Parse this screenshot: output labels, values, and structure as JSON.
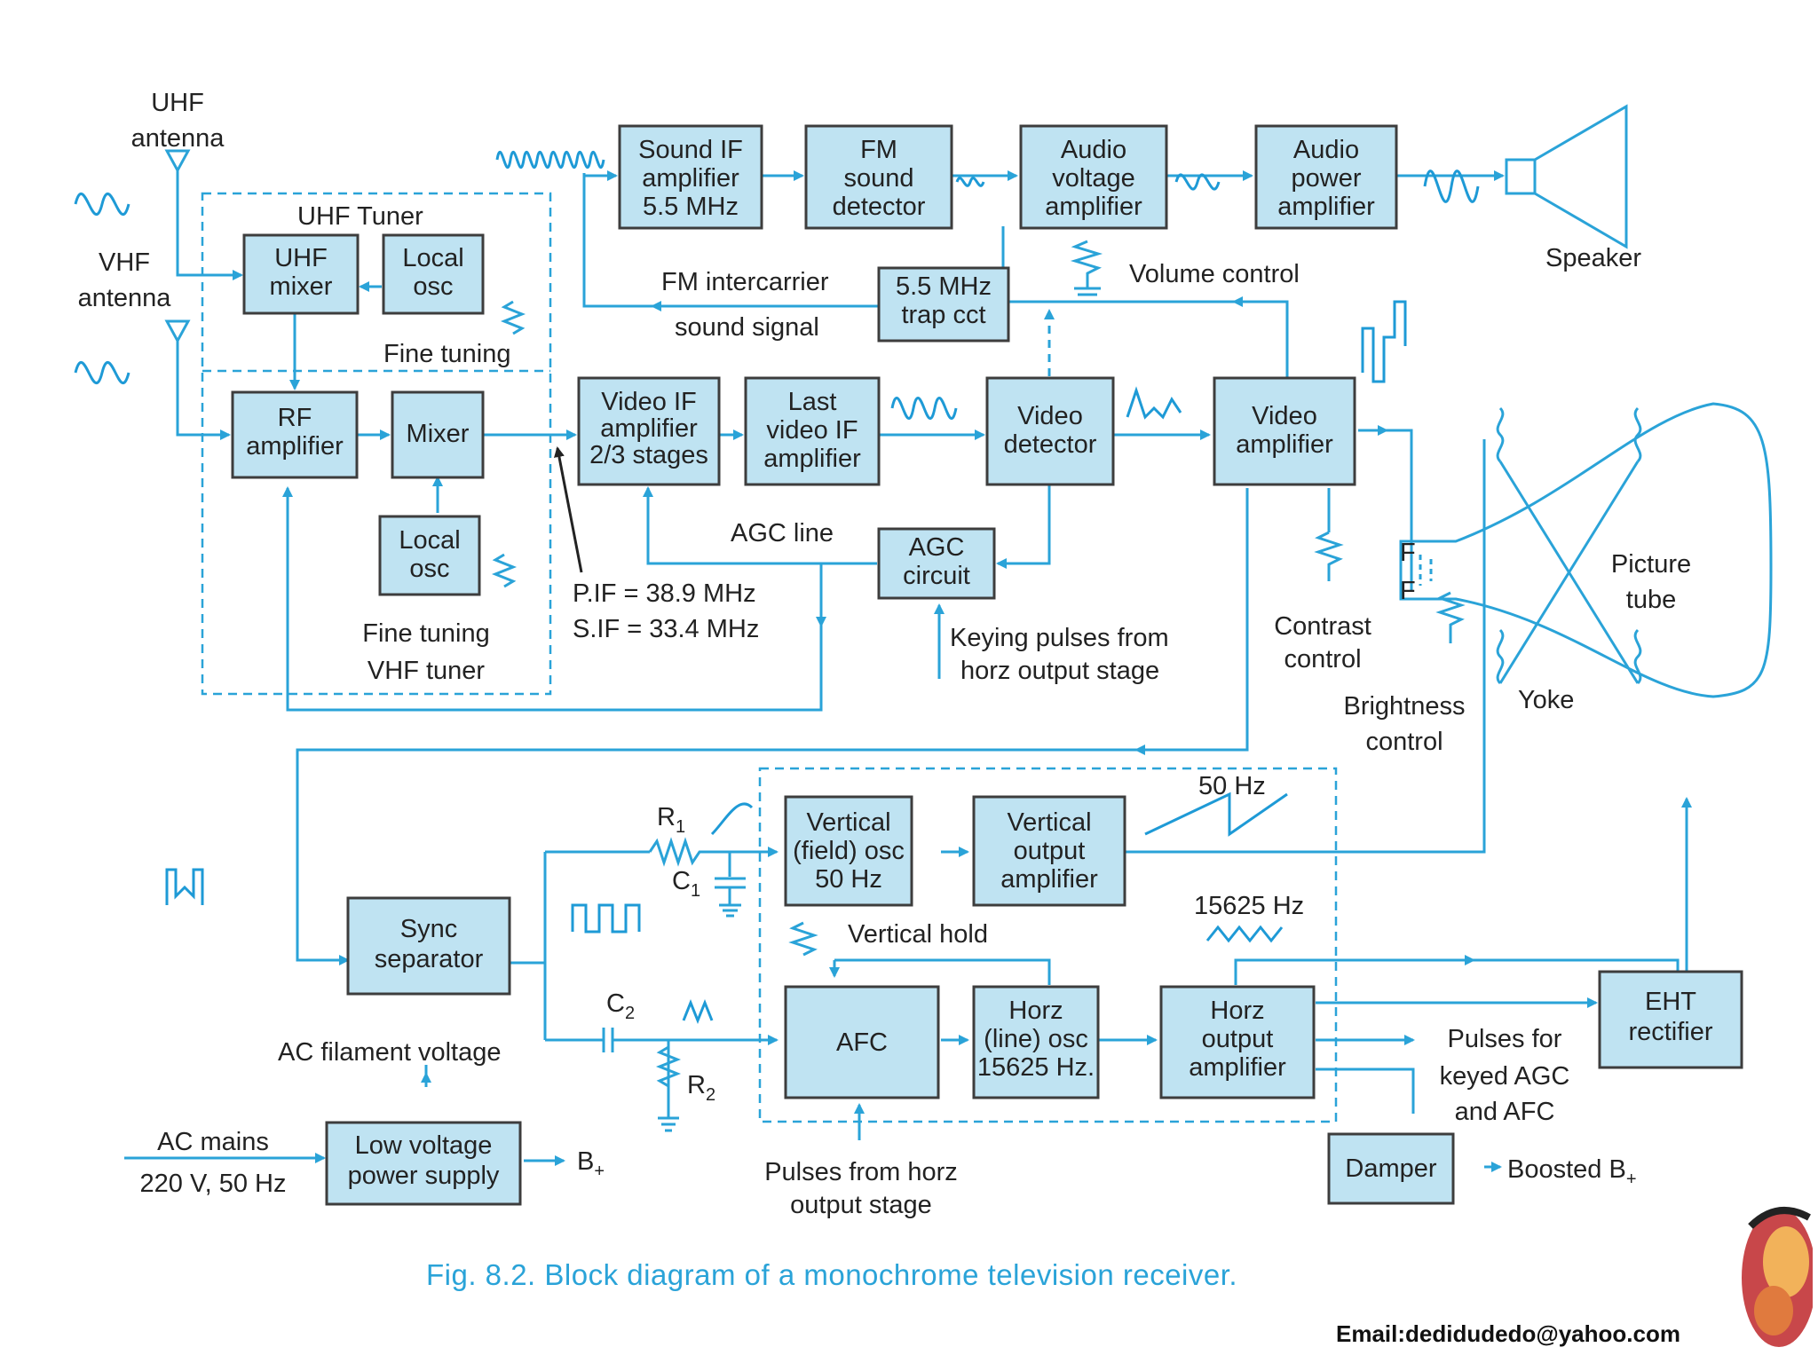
{
  "blocks": {
    "sound_if": [
      "Sound IF",
      "amplifier",
      "5.5 MHz"
    ],
    "fm_detector": [
      "FM",
      "sound",
      "detector"
    ],
    "audio_voltage": [
      "Audio",
      "voltage",
      "amplifier"
    ],
    "audio_power": [
      "Audio",
      "power",
      "amplifier"
    ],
    "uhf_mixer": [
      "UHF",
      "mixer"
    ],
    "uhf_local_osc": [
      "Local",
      "osc"
    ],
    "trap": [
      "5.5 MHz",
      "trap cct"
    ],
    "rf_amp": [
      "RF",
      "amplifier"
    ],
    "mixer": [
      "Mixer"
    ],
    "vhf_local_osc": [
      "Local",
      "osc"
    ],
    "video_if": [
      "Video IF",
      "amplifier",
      "2/3 stages"
    ],
    "last_video_if": [
      "Last",
      "video IF",
      "amplifier"
    ],
    "video_detector": [
      "Video",
      "detector"
    ],
    "video_amp": [
      "Video",
      "amplifier"
    ],
    "agc": [
      "AGC",
      "circuit"
    ],
    "vertical_osc": [
      "Vertical",
      "(field) osc",
      "50 Hz"
    ],
    "vertical_out": [
      "Vertical",
      "output",
      "amplifier"
    ],
    "sync": [
      "Sync",
      "separator"
    ],
    "afc": [
      "AFC"
    ],
    "horz_osc": [
      "Horz",
      "(line) osc",
      "15625 Hz."
    ],
    "horz_out": [
      "Horz",
      "output",
      "amplifier"
    ],
    "eht": [
      "EHT",
      "rectifier"
    ],
    "lv_supply": [
      "Low voltage",
      "power supply"
    ],
    "damper": [
      "Damper"
    ]
  },
  "labels": {
    "uhf_antenna": [
      "UHF",
      "antenna"
    ],
    "vhf_antenna": [
      "VHF",
      "antenna"
    ],
    "uhf_tuner": "UHF Tuner",
    "fine_tuning_uhf": "Fine tuning",
    "fine_tuning_vhf": [
      "Fine tuning",
      "VHF tuner"
    ],
    "fm_intercarrier": [
      "FM intercarrier",
      "sound signal"
    ],
    "volume_control": "Volume control",
    "speaker": "Speaker",
    "agc_line": "AGC line",
    "pif": "P.IF = 38.9 MHz",
    "sif": "S.IF = 33.4 MHz",
    "keying_pulses": [
      "Keying pulses from",
      "horz output stage"
    ],
    "contrast": [
      "Contrast",
      "control"
    ],
    "brightness": [
      "Brightness",
      "control"
    ],
    "yoke": "Yoke",
    "picture_tube": [
      "Picture",
      "tube"
    ],
    "f1": "F",
    "f2": "F",
    "r1": "R",
    "r1_sub": "1",
    "c1": "C",
    "c1_sub": "1",
    "c2": "C",
    "c2_sub": "2",
    "r2": "R",
    "r2_sub": "2",
    "hz50": "50 Hz",
    "hz15625": "15625 Hz",
    "vertical_hold": "Vertical hold",
    "ac_filament": "AC filament voltage",
    "ac_mains": [
      "AC mains",
      "220 V, 50 Hz"
    ],
    "b_plus": "B",
    "b_plus_sub": "+",
    "pulses_keyed": [
      "Pulses for",
      "keyed AGC",
      "and AFC"
    ],
    "pulses_from_horz": [
      "Pulses from horz",
      "output stage"
    ],
    "boosted": "Boosted B",
    "boosted_sub": "+"
  },
  "caption": "Fig. 8.2. Block diagram of a monochrome television receiver.",
  "email": "Email:dedidudedo@yahoo.com",
  "colors": {
    "block_fill": "#bfe3f2",
    "wire": "#2aa3d8",
    "caption": "#2aa3d8"
  }
}
